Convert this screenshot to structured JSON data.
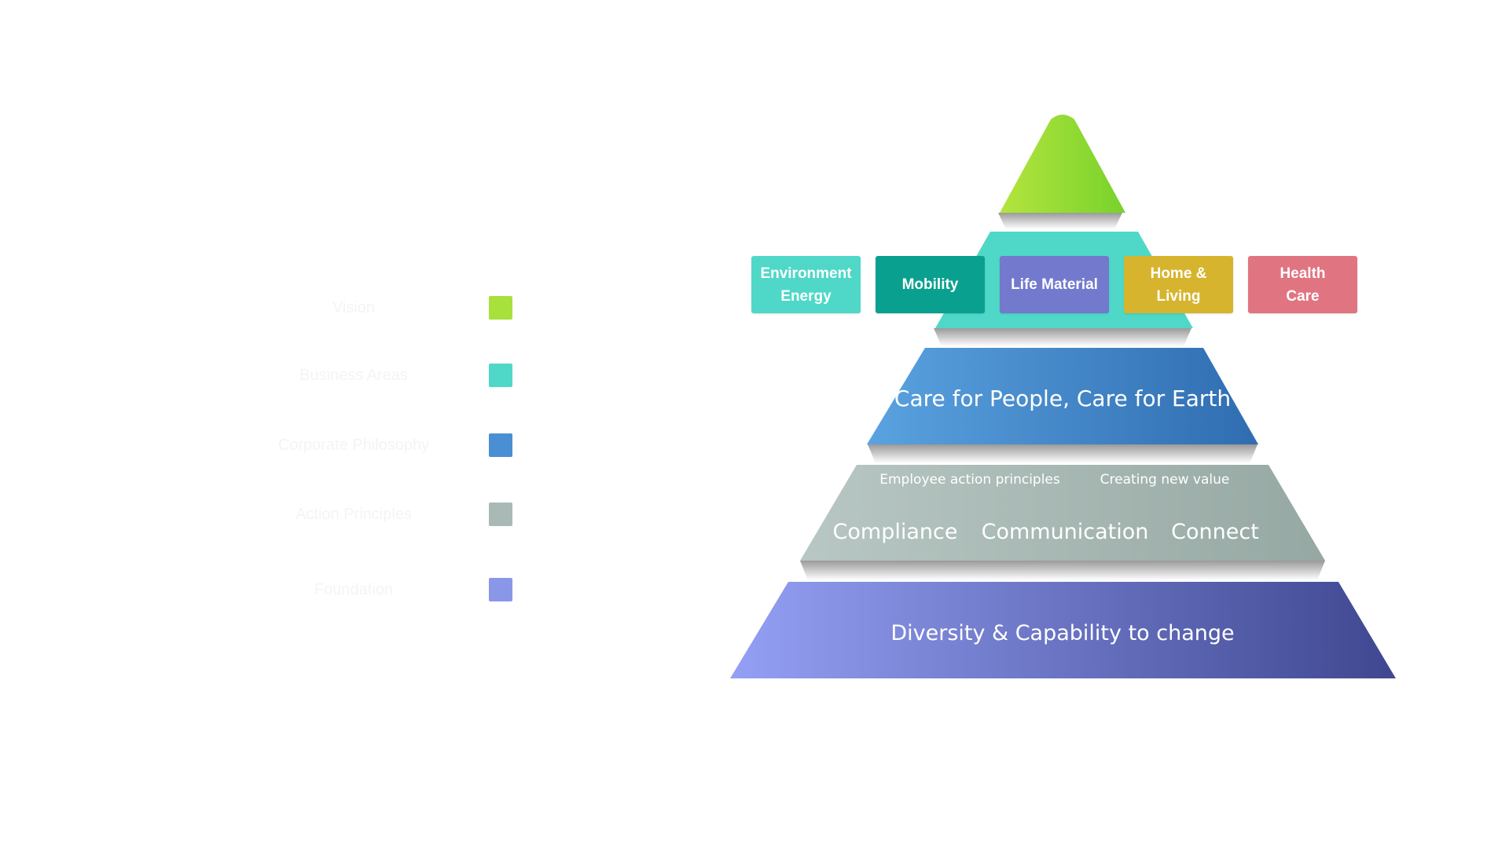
{
  "legend": [
    {
      "label": "Vision",
      "color": "#a8e03c"
    },
    {
      "label": "Business Areas",
      "color": "#4fd8c8"
    },
    {
      "label": "Corporate Philosophy",
      "color": "#4a8fd4"
    },
    {
      "label": "Action Principles",
      "color": "#a9bab6"
    },
    {
      "label": "Foundation",
      "color": "#8a97e8"
    }
  ],
  "pyramid": {
    "tier1": {
      "color_top": "#a8e03c",
      "color_bottom": "#7bd42e"
    },
    "tier2": {
      "color": "#4fd8c8"
    },
    "tier3": {
      "text": "Care for People, Care for Earth",
      "color_left": "#5aa2e0",
      "color_right": "#2f6db0"
    },
    "tier4": {
      "caption_left": "Employee action principles",
      "caption_right": "Creating new value",
      "words": [
        "Compliance",
        "Communication",
        "Connect"
      ],
      "color_left": "#b8c7c3",
      "color_right": "#96a8a3"
    },
    "tier5": {
      "text": "Diversity & Capability to change",
      "color_left": "#94a0f4",
      "color_right": "#3f4790"
    }
  },
  "tags": [
    {
      "label": "Environment\nEnergy",
      "color": "#4fd8c8"
    },
    {
      "label": "Mobility",
      "color": "#0aa08f"
    },
    {
      "label": "Life Material",
      "color": "#7379cc"
    },
    {
      "label": "Home &\nLiving",
      "color": "#d6b42e"
    },
    {
      "label": "Health\nCare",
      "color": "#e07581"
    }
  ]
}
